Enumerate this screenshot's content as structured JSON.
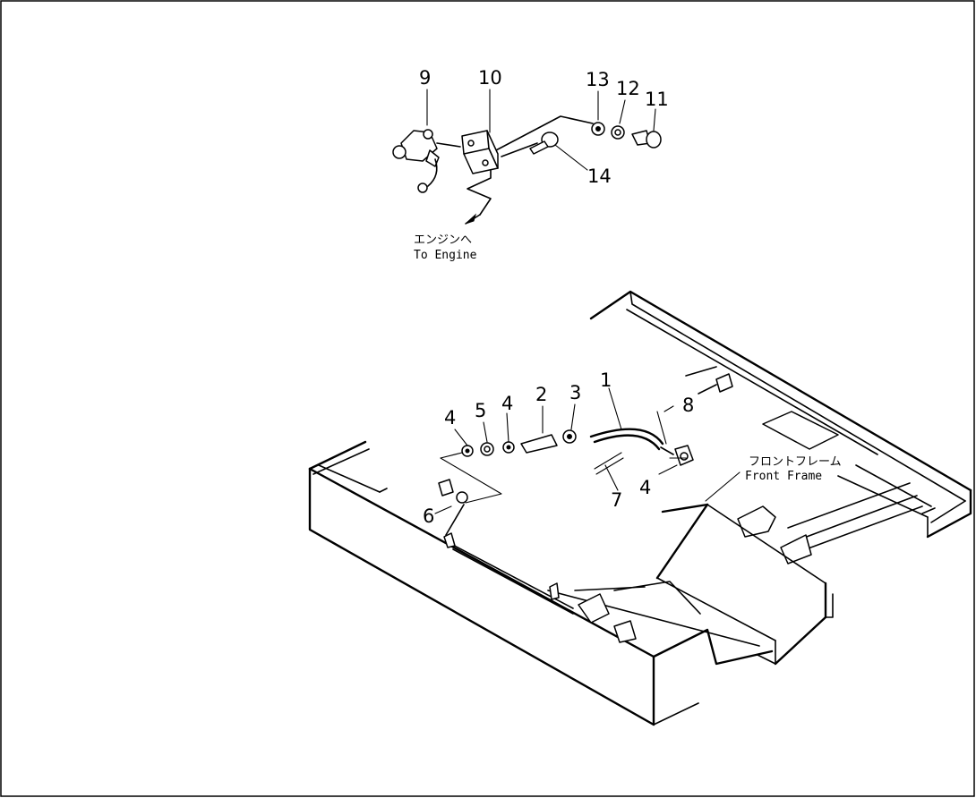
{
  "callouts": {
    "c1": "1",
    "c2": "2",
    "c3": "3",
    "c4a": "4",
    "c4b": "4",
    "c4c": "4",
    "c5": "5",
    "c6": "6",
    "c7": "7",
    "c8": "8",
    "c9": "9",
    "c10": "10",
    "c11": "11",
    "c12": "12",
    "c13": "13",
    "c14": "14"
  },
  "notes": {
    "to_engine_jp": "エンジンへ",
    "to_engine_en": "To Engine",
    "front_frame_jp": "フロントフレーム",
    "front_frame_en": "Front Frame"
  }
}
